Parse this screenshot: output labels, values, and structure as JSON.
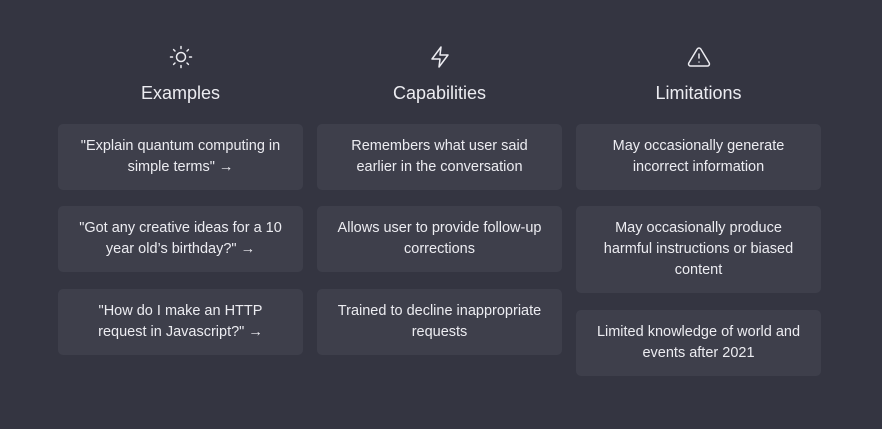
{
  "columns": {
    "examples": {
      "icon": "sun-icon",
      "title": "Examples",
      "items": [
        "\"Explain quantum computing in simple terms\" →",
        "\"Got any creative ideas for a 10 year old’s birthday?\" →",
        "\"How do I make an HTTP request in Javascript?\" →"
      ]
    },
    "capabilities": {
      "icon": "lightning-icon",
      "title": "Capabilities",
      "items": [
        "Remembers what user said earlier in the conversation",
        "Allows user to provide follow-up corrections",
        "Trained to decline inappropriate requests"
      ]
    },
    "limitations": {
      "icon": "warning-icon",
      "title": "Limitations",
      "items": [
        "May occasionally generate incorrect information",
        "May occasionally produce harmful instructions or biased content",
        "Limited knowledge of world and events after 2021"
      ]
    }
  },
  "colors": {
    "background": "#343541",
    "card": "#3e3f4b",
    "text": "#ececf1"
  }
}
